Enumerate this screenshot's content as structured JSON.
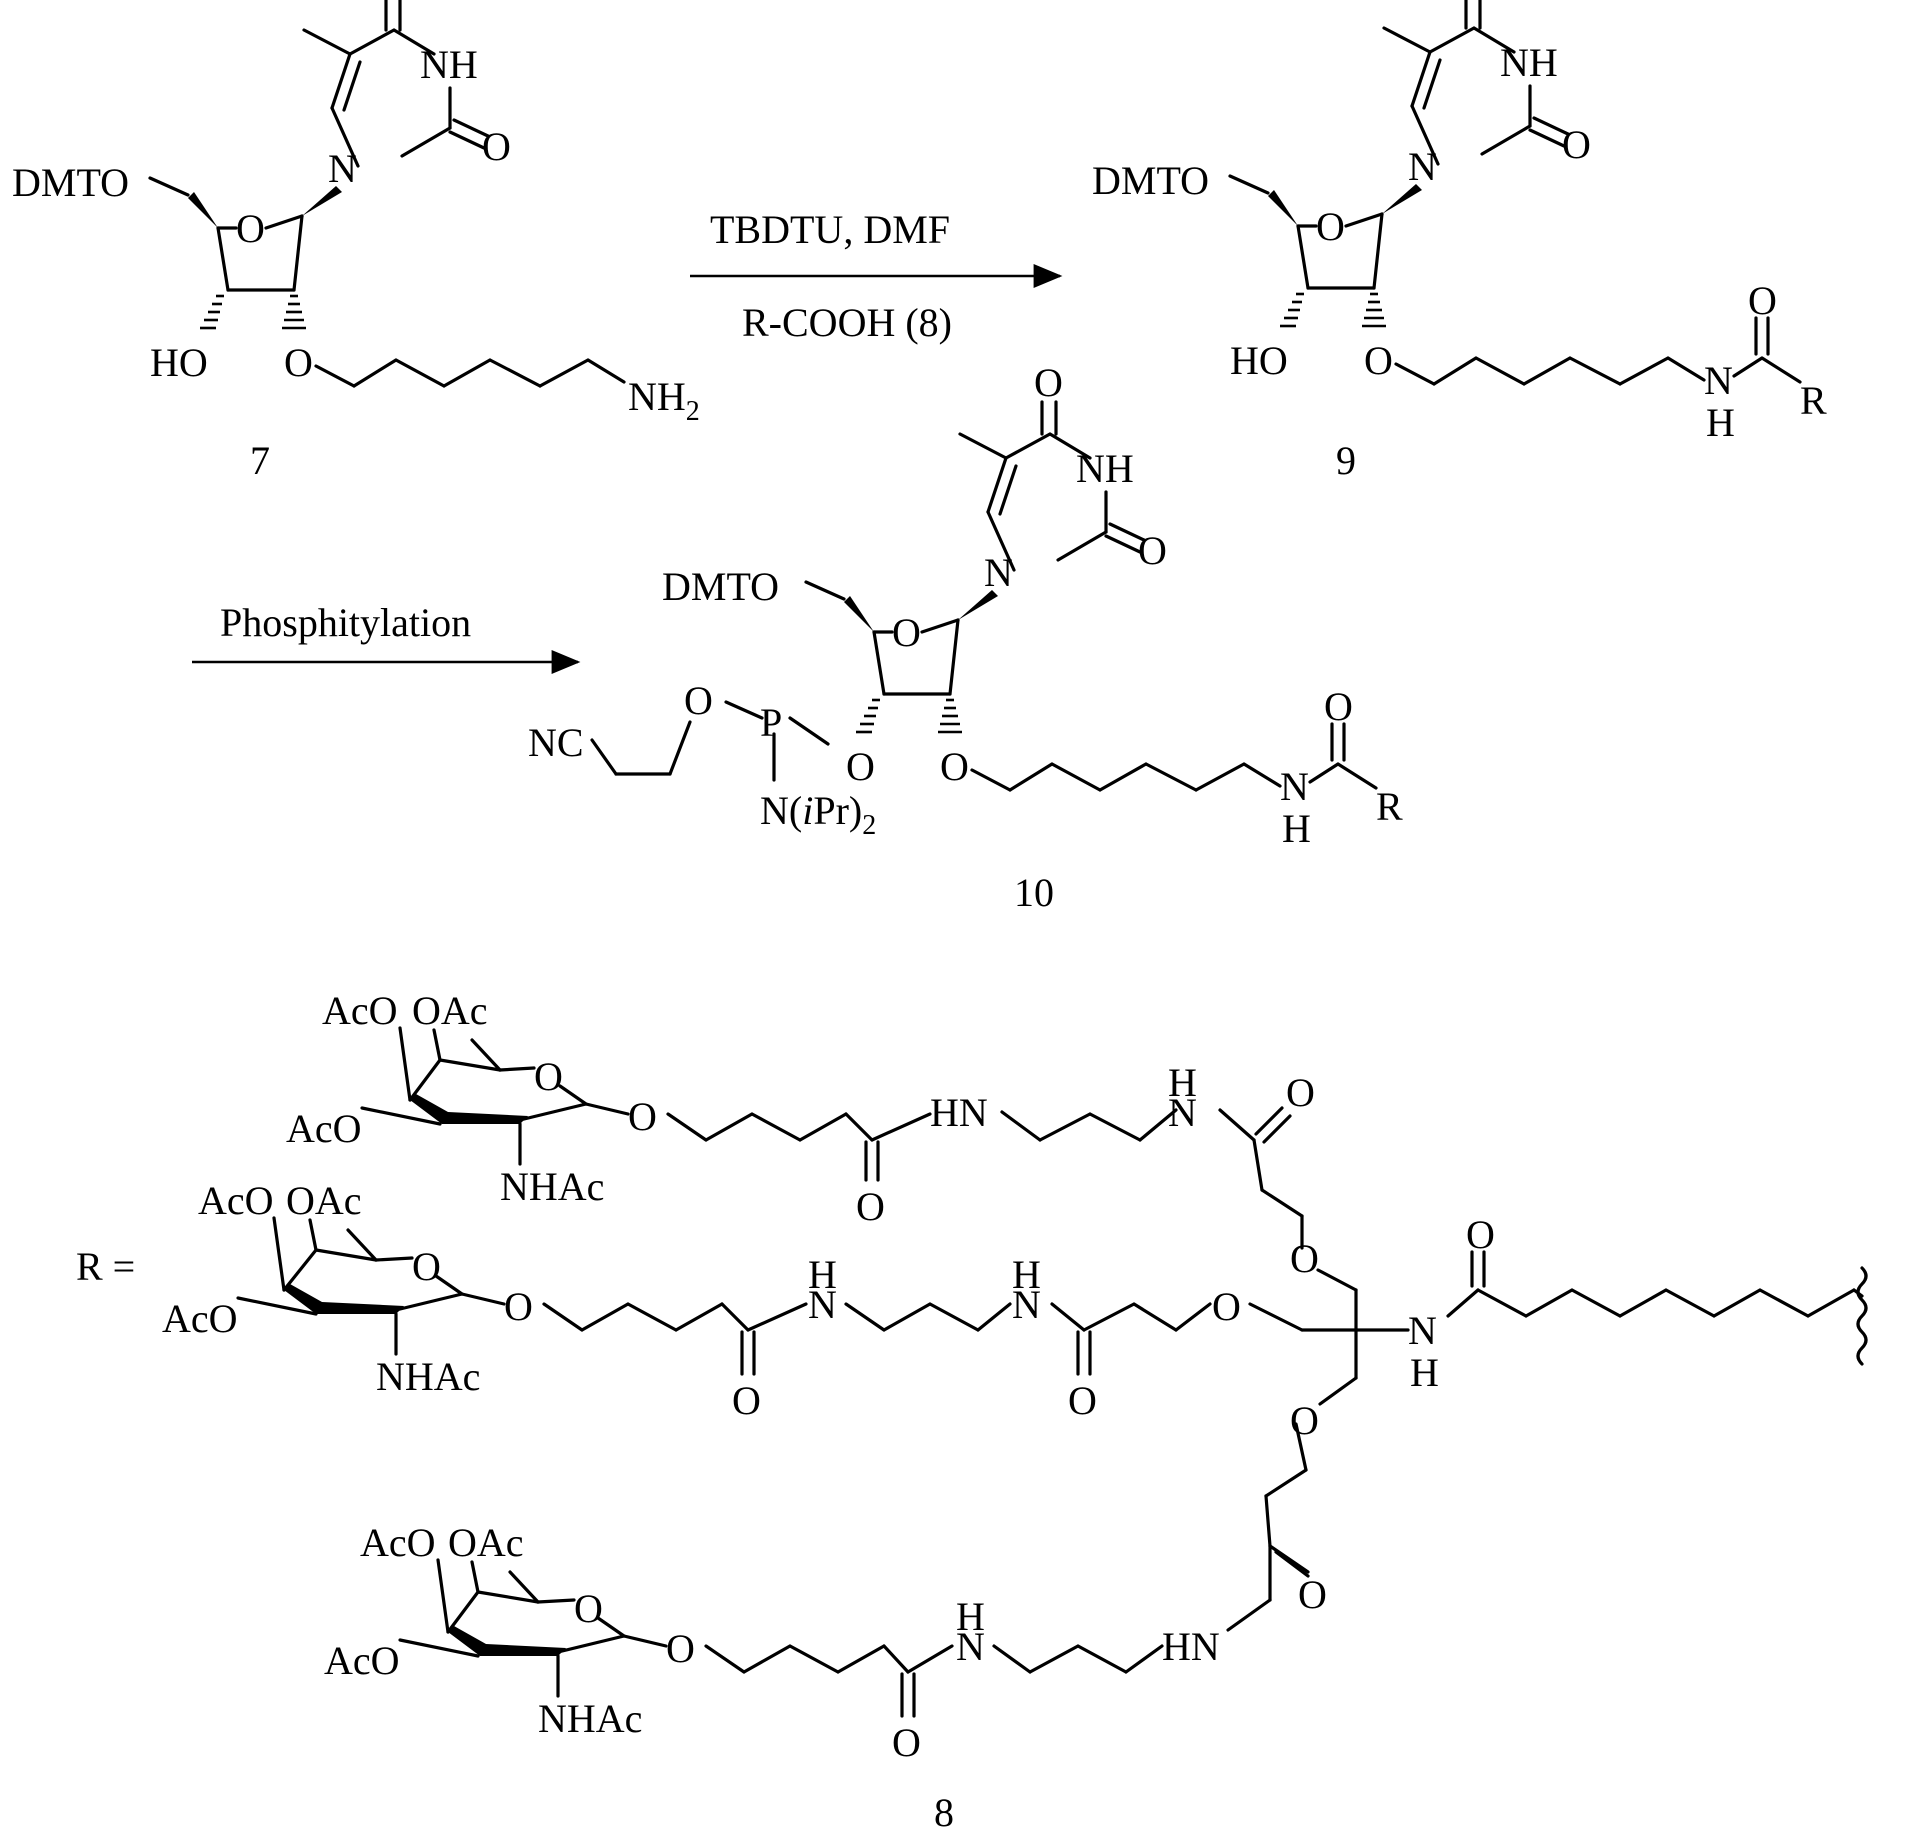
{
  "step1": {
    "reagents": "TBDTU, DMF",
    "acid": "R-COOH (8)"
  },
  "step2": {
    "reagent": "Phosphitylation"
  },
  "compounds": {
    "c7": {
      "number": "7"
    },
    "c9": {
      "number": "9"
    },
    "c10": {
      "number": "10"
    },
    "c8": {
      "number": "8"
    }
  },
  "atoms": {
    "O": "O",
    "NH": "NH",
    "N": "N",
    "H": "H",
    "R": "R",
    "P": "P",
    "DMTO": "DMTO",
    "HO": "HO",
    "NH2_main": "NH",
    "NH2_sub": "2",
    "NC": "NC",
    "NiPr_a": "N(",
    "NiPr_i": "i",
    "NiPr_b": "Pr)",
    "NiPr_sub": "2",
    "R_eq": "R =",
    "AcO": "AcO",
    "OAc": "OAc",
    "NHAc": "NHAc",
    "HN": "HN"
  },
  "colors": {
    "ink": "#000000",
    "background": "#ffffff"
  }
}
